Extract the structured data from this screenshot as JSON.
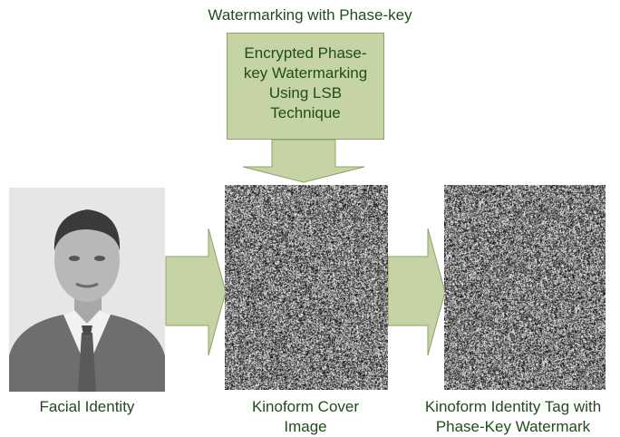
{
  "diagram": {
    "title": "Watermarking with Phase-key",
    "process_box": {
      "text": "Encrypted Phase-\nkey Watermarking\nUsing LSB\nTechnique"
    },
    "nodes": [
      {
        "id": "face",
        "caption": "Facial Identity"
      },
      {
        "id": "cover",
        "caption": "Kinoform Cover\nImage"
      },
      {
        "id": "tag",
        "caption": "Kinoform Identity Tag with\nPhase-Key Watermark"
      }
    ],
    "colors": {
      "text": "#1f4d1c",
      "arrow_fill": "#c5d3a5",
      "arrow_stroke": "#8ea16b"
    }
  }
}
